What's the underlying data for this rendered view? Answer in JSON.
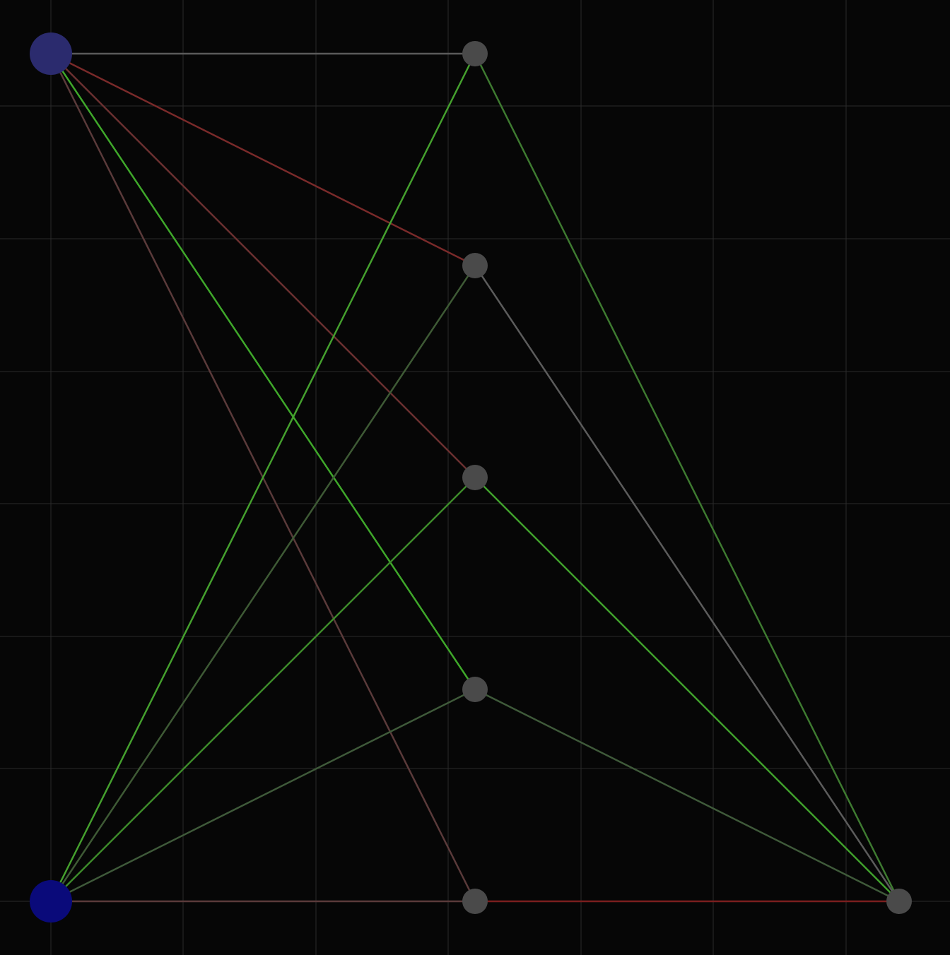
{
  "colors": {
    "background": "#060606",
    "grid": "#2a2a2a",
    "hidden_node": "#4a4a4a",
    "output_node": "#4a4a4a",
    "input_node_1": "#2b2b6e",
    "input_node_2": "#0a0a7a"
  },
  "network": {
    "input_nodes": [
      {
        "id": "in1",
        "color": "#2b2b6e"
      },
      {
        "id": "in2",
        "color": "#0a0a7a"
      }
    ],
    "hidden_nodes": [
      {
        "id": "h1"
      },
      {
        "id": "h2"
      },
      {
        "id": "h3"
      },
      {
        "id": "h4"
      },
      {
        "id": "h5"
      }
    ],
    "output_nodes": [
      {
        "id": "out1"
      }
    ],
    "edges": [
      {
        "from": "in1",
        "to": "h1",
        "color": "#5a5a5a"
      },
      {
        "from": "in1",
        "to": "h2",
        "color": "#7a2a2a"
      },
      {
        "from": "in1",
        "to": "h3",
        "color": "#6a3030"
      },
      {
        "from": "in1",
        "to": "h4",
        "color": "#3fa82a"
      },
      {
        "from": "in1",
        "to": "h5",
        "color": "#5a3a3a"
      },
      {
        "from": "in2",
        "to": "h1",
        "color": "#45a02e"
      },
      {
        "from": "in2",
        "to": "h2",
        "color": "#3e5a35"
      },
      {
        "from": "in2",
        "to": "h3",
        "color": "#3d8a2a"
      },
      {
        "from": "in2",
        "to": "h4",
        "color": "#3f5a3a"
      },
      {
        "from": "in2",
        "to": "h5",
        "color": "#5a3a3a"
      },
      {
        "from": "h1",
        "to": "out1",
        "color": "#3e7a30"
      },
      {
        "from": "h2",
        "to": "out1",
        "color": "#5c5c5c"
      },
      {
        "from": "h3",
        "to": "out1",
        "color": "#40a02c"
      },
      {
        "from": "h4",
        "to": "out1",
        "color": "#3f5a3a"
      },
      {
        "from": "h5",
        "to": "out1",
        "color": "#7a1e1e"
      }
    ]
  }
}
